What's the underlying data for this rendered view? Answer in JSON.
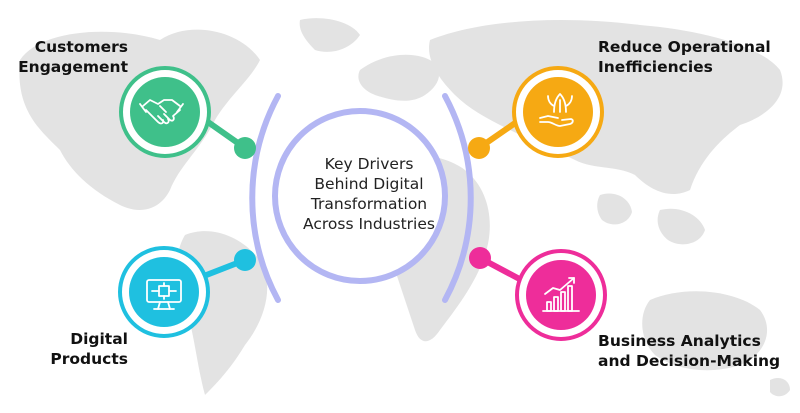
{
  "center": {
    "text": "Key Drivers\nBehind Digital\nTransformation\nAcross Industries"
  },
  "drivers": [
    {
      "id": "customers",
      "label": "Customers\nEngagement",
      "icon": "handshake-icon",
      "color": "#3fc08a"
    },
    {
      "id": "operational",
      "label": "Reduce Operational\nInefficiencies",
      "icon": "hand-growth-icon",
      "color": "#f6a913"
    },
    {
      "id": "digital",
      "label": "Digital\nProducts",
      "icon": "monitor-circuit-icon",
      "color": "#1fc0e0"
    },
    {
      "id": "analytics",
      "label": "Business Analytics\nand Decision-Making",
      "icon": "bar-chart-growth-icon",
      "color": "#ee2d9a"
    }
  ],
  "colors": {
    "ring": "#b3b6f3",
    "map": "#e3e3e3"
  }
}
